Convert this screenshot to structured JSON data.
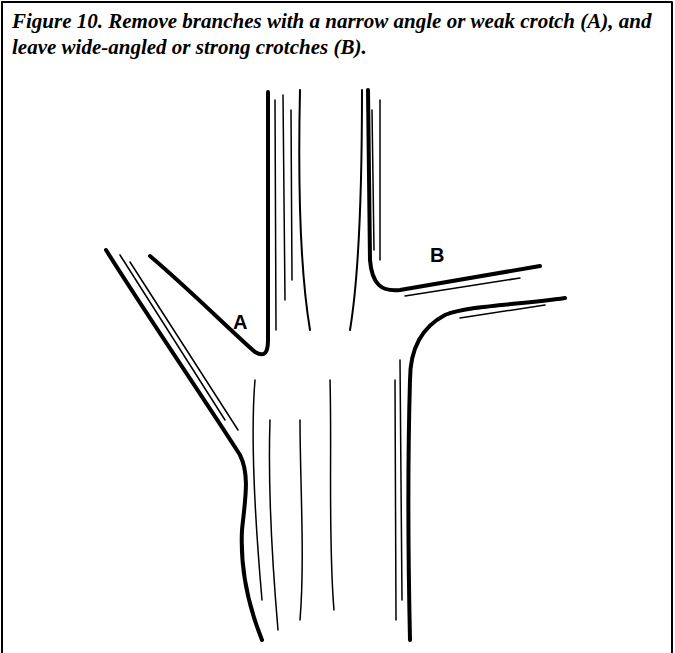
{
  "diagram": {
    "caption": "Figure 10. Remove branches with a narrow angle or weak crotch (A), and leave wide-angled or strong crotches (B).",
    "labels": [
      "A",
      "B"
    ]
  }
}
